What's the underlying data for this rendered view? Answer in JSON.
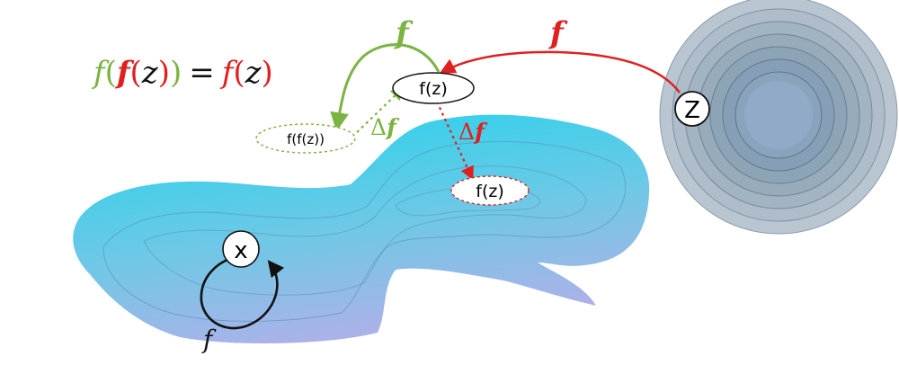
{
  "equation": {
    "f_outer": "f",
    "open_outer": "(",
    "f_inner": "f",
    "open_inner": "(",
    "z": "z",
    "close_inner": ")",
    "close_outer": ")",
    "equals": "=",
    "f_right": "f",
    "open_right": "(",
    "z_right": "z",
    "close_right": ")"
  },
  "nodes": {
    "fz_top": "f(z)",
    "ffz": "f(f(z))",
    "fz_low": "f(z)",
    "x": "x",
    "z": "Z"
  },
  "arrow_labels": {
    "green_f": "f",
    "red_f": "f",
    "delta_f_green_delta": "Δ",
    "delta_f_green_f": "f",
    "delta_f_red_delta": "Δ",
    "delta_f_red_f": "f",
    "loop_f": "f"
  },
  "colors": {
    "green": "#7cb342",
    "red": "#e02020",
    "black": "#111111",
    "manifold_top": "#2fd0e8",
    "manifold_bottom": "#a9b6e6",
    "disk": "#8ea3b4"
  }
}
